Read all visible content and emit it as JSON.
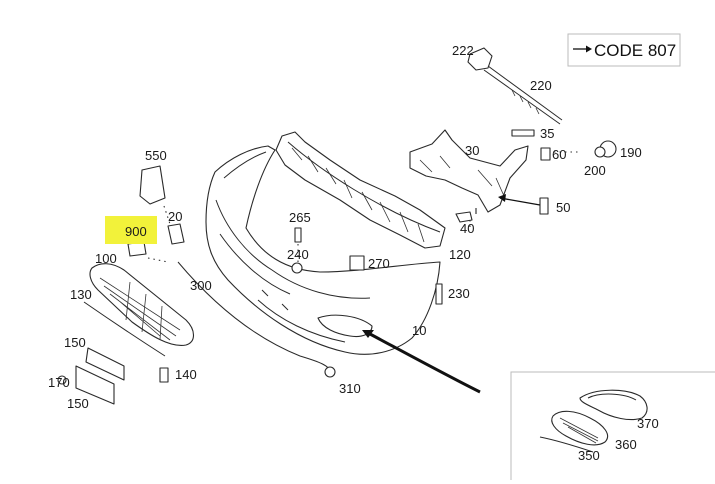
{
  "code_box": {
    "text": "CODE 807"
  },
  "labels": {
    "l222": "222",
    "l220": "220",
    "l35": "35",
    "l30": "30",
    "l60": "60",
    "l190": "190",
    "l200": "200",
    "l50": "50",
    "l40": "40",
    "l120": "120",
    "l550": "550",
    "l20": "20",
    "l900": "900",
    "l265": "265",
    "l240": "240",
    "l270": "270",
    "l100": "100",
    "l300": "300",
    "l230": "230",
    "l130": "130",
    "l10": "10",
    "l150a": "150",
    "l140": "140",
    "l170": "170",
    "l150b": "150",
    "l310": "310",
    "l370": "370",
    "l360": "360",
    "l350": "350"
  },
  "colors": {
    "highlight": "#f2f23a",
    "line": "#2a2a2a"
  }
}
